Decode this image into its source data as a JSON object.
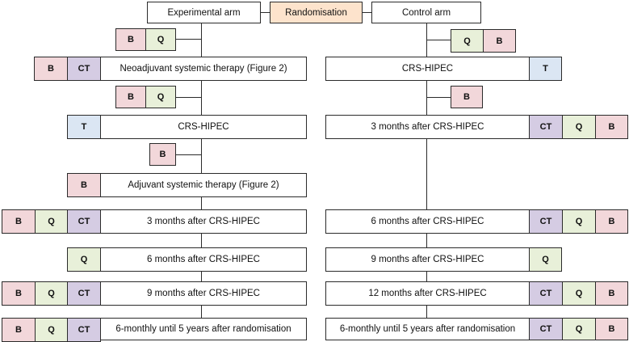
{
  "header": {
    "experimental_arm": "Experimental arm",
    "randomisation": "Randomisation",
    "control_arm": "Control arm"
  },
  "tags": {
    "B": "B",
    "Q": "Q",
    "CT": "CT",
    "T": "T"
  },
  "colors": {
    "B": "#f2d7da",
    "Q": "#e8f0d9",
    "CT": "#d5cce3",
    "T": "#dbe6f3",
    "randomisation": "#fde3cc"
  },
  "experimental": {
    "neoadjuvant": "Neoadjuvant systemic therapy (Figure 2)",
    "crs_hipec": "CRS-HIPEC",
    "adjuvant": "Adjuvant systemic therapy (Figure 2)",
    "m3": "3 months after CRS-HIPEC",
    "m6": "6 months after CRS-HIPEC",
    "m9": "9 months after CRS-HIPEC",
    "six_monthly": "6-monthly until 5 years after randomisation"
  },
  "control": {
    "crs_hipec": "CRS-HIPEC",
    "m3": "3 months after CRS-HIPEC",
    "m6": "6 months after CRS-HIPEC",
    "m9": "9 months after CRS-HIPEC",
    "m12": "12 months after CRS-HIPEC",
    "six_monthly": "6-monthly until 5 years after randomisation"
  }
}
